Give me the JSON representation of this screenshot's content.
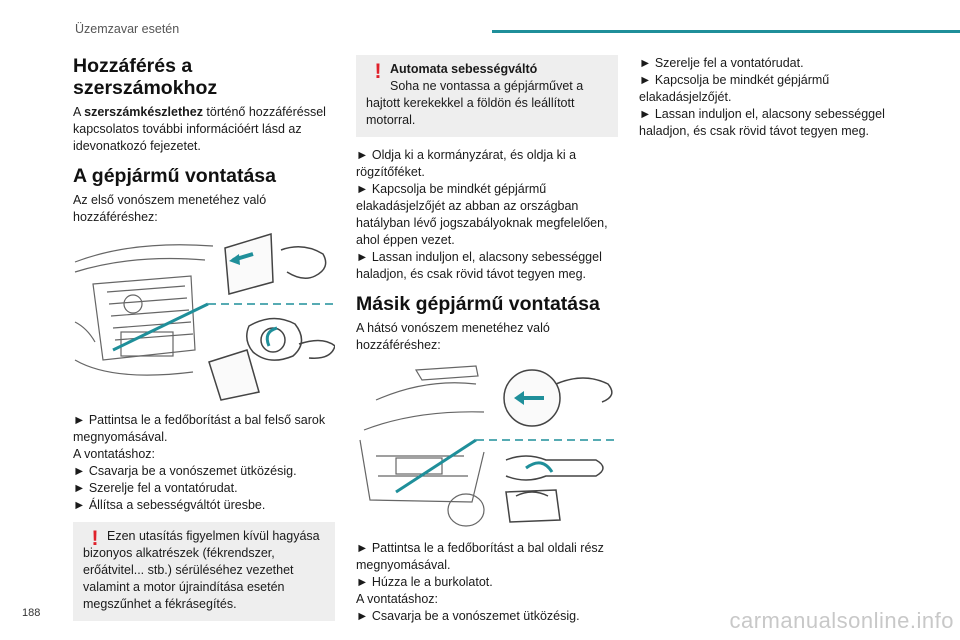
{
  "header": {
    "section": "Üzemzavar esetén"
  },
  "page_number": "188",
  "watermark": "carmanualsonline.info",
  "col1": {
    "h_access": "Hozzáférés a szerszámokhoz",
    "access_pre": "A ",
    "access_bold": "szerszámkészlethez",
    "access_rest": " történő hozzáféréssel kapcsolatos további információért lásd az idevonatkozó fejezetet.",
    "h_tow": "A gépjármű vontatása",
    "tow_intro": "Az első vonószem menetéhez való hozzáféréshez:",
    "step1": "► Pattintsa le a fedőborítást a bal felső sarok megnyomásával.",
    "tow_label": "A vontatáshoz:",
    "step2": "► Csavarja be a vonószemet ütközésig.",
    "step3": "► Szerelje fel a vontatórudat.",
    "step4": "► Állítsa a sebességváltót üresbe.",
    "warn": "Ezen utasítás figyelmen kívül hagyása bizonyos alkatrészek (fékrendszer, erőátvitel... stb.) sérüléséhez vezethet valamint a motor újraindítása esetén megszűnhet a fékrásegítés."
  },
  "col2": {
    "auto_title": "Automata sebességváltó",
    "auto_text": "Soha ne vontassa a gépjárművet a hajtott kerekekkel a földön és leállított motorral.",
    "s1": "► Oldja ki a kormányzárat, és oldja ki a rögzítőféket.",
    "s2": "► Kapcsolja be mindkét gépjármű elakadásjelzőjét az abban az országban hatályban lévő jogszabályoknak megfelelően, ahol éppen vezet.",
    "s3": "► Lassan induljon el, alacsony sebességgel haladjon, és csak rövid távot tegyen meg.",
    "h_other": "Másik gépjármű vontatása",
    "rear_intro": "A hátsó vonószem menetéhez való hozzáféréshez:",
    "r1": "► Pattintsa le a fedőborítást a bal oldali rész megnyomásával.",
    "r2": "► Húzza le a burkolatot.",
    "tow_label": "A vontatáshoz:",
    "r3": "► Csavarja be a vonószemet ütközésig."
  },
  "col3": {
    "t1": "► Szerelje fel a vontatórudat.",
    "t2": "► Kapcsolja be mindkét gépjármű elakadásjelzőjét.",
    "t3": "► Lassan induljon el, alacsony sebességgel haladjon, és csak rövid távot tegyen meg."
  },
  "colors": {
    "accent": "#1f8f9a",
    "warning": "#e0212b",
    "note_bg": "#eeeeee"
  }
}
